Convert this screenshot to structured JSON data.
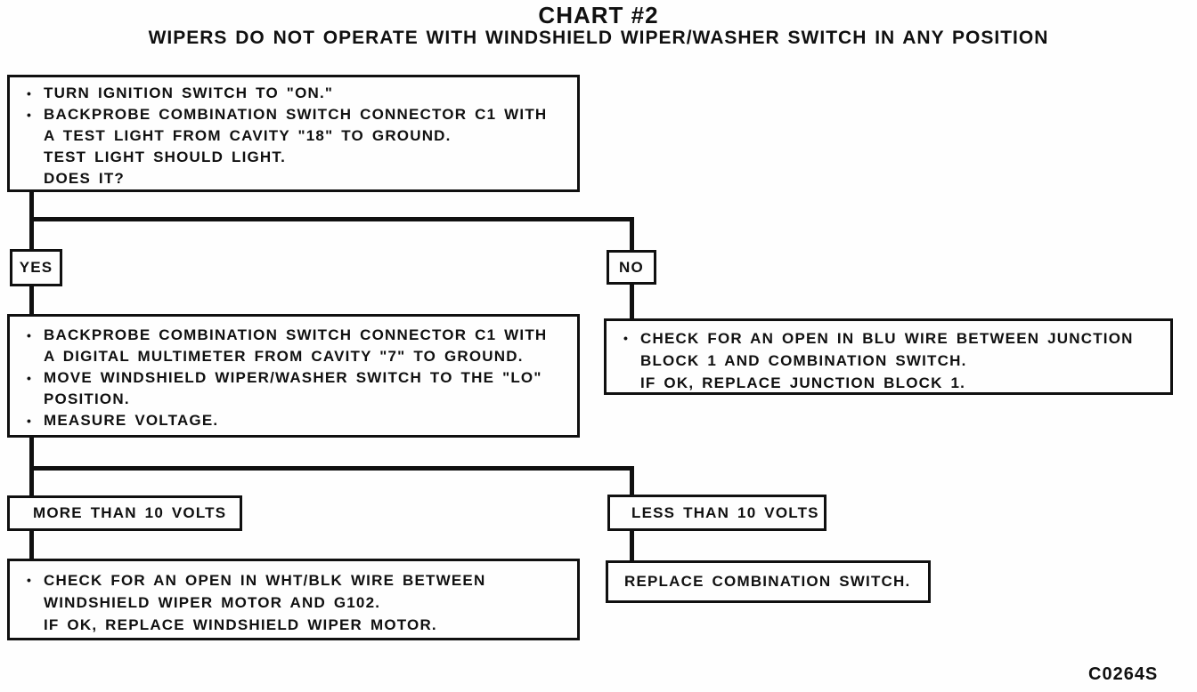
{
  "title": "CHART #2",
  "subtitle": "WIPERS DO NOT OPERATE WITH WINDSHIELD WIPER/WASHER SWITCH IN ANY POSITION",
  "figure_code": "C0264S",
  "bullet_glyph": "•",
  "colors": {
    "ink": "#101010",
    "paper": "#fefefe"
  },
  "flowchart": {
    "step1": {
      "lines": [
        {
          "bulleted": true,
          "text": "TURN IGNITION SWITCH TO \"ON.\""
        },
        {
          "bulleted": true,
          "text": "BACKPROBE COMBINATION SWITCH CONNECTOR C1 WITH"
        },
        {
          "bulleted": false,
          "text": "A TEST LIGHT FROM CAVITY \"18\" TO GROUND."
        },
        {
          "bulleted": false,
          "text": "TEST LIGHT SHOULD LIGHT."
        },
        {
          "bulleted": false,
          "text": "DOES IT?"
        }
      ]
    },
    "yes_label": "YES",
    "no_label": "NO",
    "step2": {
      "lines": [
        {
          "bulleted": true,
          "text": "BACKPROBE COMBINATION SWITCH CONNECTOR C1 WITH"
        },
        {
          "bulleted": false,
          "text": "A DIGITAL MULTIMETER FROM CAVITY \"7\" TO GROUND."
        },
        {
          "bulleted": true,
          "text": "MOVE WINDSHIELD WIPER/WASHER SWITCH TO THE \"LO\""
        },
        {
          "bulleted": false,
          "text": "POSITION."
        },
        {
          "bulleted": true,
          "text": "MEASURE VOLTAGE."
        }
      ]
    },
    "no_result": {
      "lines": [
        {
          "bulleted": true,
          "text": "CHECK FOR AN OPEN IN BLU WIRE BETWEEN JUNCTION"
        },
        {
          "bulleted": false,
          "text": "BLOCK 1 AND COMBINATION SWITCH."
        },
        {
          "bulleted": false,
          "text": "IF OK, REPLACE JUNCTION BLOCK 1."
        }
      ]
    },
    "more_label": "MORE THAN 10 VOLTS",
    "less_label": "LESS THAN 10 VOLTS",
    "more_result": {
      "lines": [
        {
          "bulleted": true,
          "text": "CHECK FOR AN OPEN IN WHT/BLK WIRE BETWEEN"
        },
        {
          "bulleted": false,
          "text": "WINDSHIELD WIPER MOTOR AND G102."
        },
        {
          "bulleted": false,
          "text": "IF OK, REPLACE WINDSHIELD WIPER MOTOR."
        }
      ]
    },
    "less_result": {
      "lines": [
        {
          "bulleted": false,
          "text": "REPLACE COMBINATION SWITCH."
        }
      ]
    }
  }
}
